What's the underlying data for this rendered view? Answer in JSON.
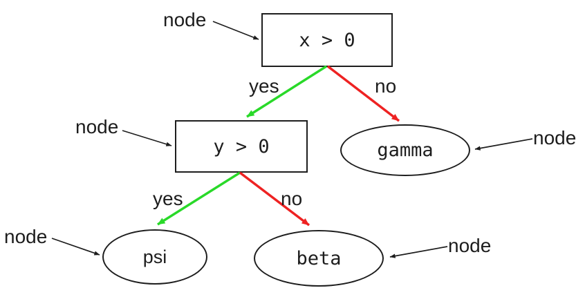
{
  "diagram": {
    "type": "decision-tree",
    "background": "#ffffff",
    "colors": {
      "yes_edge": "#29d929",
      "no_edge": "#ee2222",
      "stroke": "#1d1d1d"
    },
    "nodes": [
      {
        "id": "root",
        "label": "x > 0",
        "shape": "rect"
      },
      {
        "id": "cond2",
        "label": "y > 0",
        "shape": "rect"
      },
      {
        "id": "gamma",
        "label": "gamma",
        "shape": "ellipse"
      },
      {
        "id": "psi",
        "label": "psi",
        "shape": "ellipse"
      },
      {
        "id": "beta",
        "label": "beta",
        "shape": "ellipse"
      }
    ],
    "edges": [
      {
        "from": "x > 0",
        "to": "y > 0",
        "label": "yes",
        "color": "#29d929"
      },
      {
        "from": "x > 0",
        "to": "gamma",
        "label": "no",
        "color": "#ee2222"
      },
      {
        "from": "y > 0",
        "to": "psi",
        "label": "yes",
        "color": "#29d929"
      },
      {
        "from": "y > 0",
        "to": "beta",
        "label": "no",
        "color": "#ee2222"
      }
    ],
    "annotations": [
      {
        "label": "node",
        "points_to": "x > 0"
      },
      {
        "label": "node",
        "points_to": "y > 0"
      },
      {
        "label": "node",
        "points_to": "gamma"
      },
      {
        "label": "node",
        "points_to": "psi"
      },
      {
        "label": "node",
        "points_to": "beta"
      }
    ]
  }
}
